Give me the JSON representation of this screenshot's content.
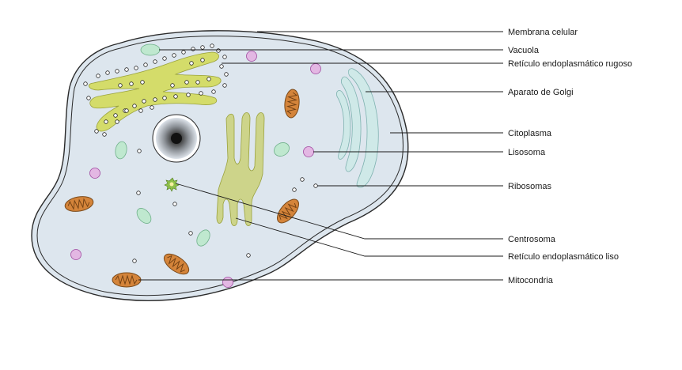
{
  "diagram": {
    "labels": {
      "membrana_celular": "Membrana celular",
      "vacuola": "Vacuola",
      "reticulo_rugoso": "Retículo endoplasmático rugoso",
      "aparato_golgi": "Aparato de Golgi",
      "citoplasma": "Citoplasma",
      "lisosoma": "Lisosoma",
      "ribosomas": "Ribosomas",
      "centrosoma": "Centrosoma",
      "reticulo_liso": "Retículo endoplasmático liso",
      "mitocondria": "Mitocondria"
    }
  },
  "colors": {
    "cytoplasm": "#dde6ee",
    "membrane": "#2a2a2a",
    "reticulum": "#d4dc6a",
    "golgi": "#cfe9e8",
    "vacuole": "#bfe8cf",
    "lysosome": "#e3b7e3",
    "mitochondria": "#d4843a",
    "nucleus_dark": "#111111",
    "centrosome": "#8ec04a"
  }
}
